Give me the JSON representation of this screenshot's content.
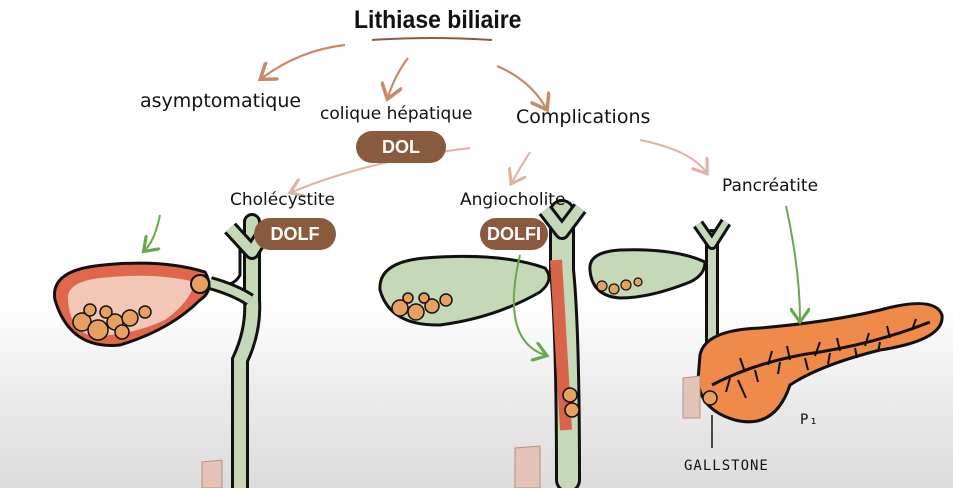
{
  "title": "Lithiase biliaire",
  "branches": {
    "asymptomatique": "asymptomatique",
    "colique": "colique hépatique",
    "complications": "Complications"
  },
  "badges": {
    "dol": "DOL",
    "dolf": "DOLF",
    "dolfi": "DOLFI"
  },
  "complications": {
    "cholecystite": "Cholécystite",
    "angiocholite": "Angiocholite",
    "pancreatite": "Pancréatite"
  },
  "annotations": {
    "gallstone": "GALLSTONE",
    "p1": "P₁"
  },
  "colors": {
    "arrow_brown": "#c98a6a",
    "arrow_green": "#6aa84f",
    "badge": "#8a5a3e",
    "duct": "#c5d9b8",
    "inflamed": "#d9644a",
    "pancreas": "#ef8a4a",
    "stone": "#e8a060"
  }
}
